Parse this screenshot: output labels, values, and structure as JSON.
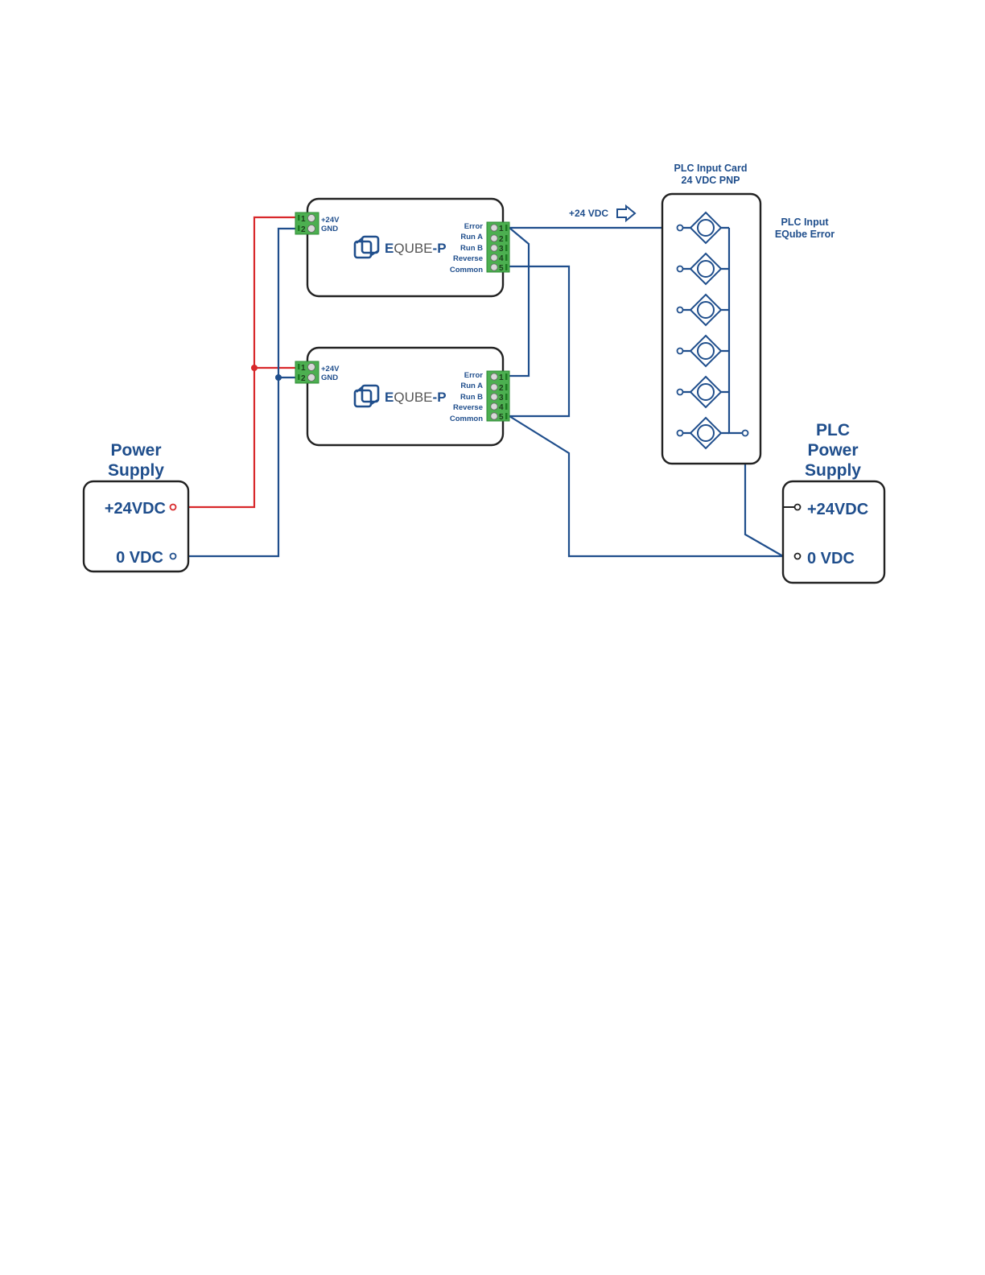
{
  "colors": {
    "wire_positive": "#d8282b",
    "wire_signal": "#1f4e8c",
    "text": "#1f4e8c",
    "terminal_block": "#4caf50",
    "box_outline": "#222222"
  },
  "power_supply": {
    "title_line1": "Power",
    "title_line2": "Supply",
    "positive_label": "+24VDC",
    "negative_label": "0 VDC"
  },
  "plc_power_supply": {
    "title_line1": "PLC",
    "title_line2": "Power",
    "title_line3": "Supply",
    "positive_label": "+24VDC",
    "negative_label": "0 VDC"
  },
  "plc_input_card": {
    "title_line1": "PLC Input Card",
    "title_line2": "24 VDC PNP",
    "input_count": 6,
    "annotation_line1": "PLC Input",
    "annotation_line2": "EQube Error"
  },
  "signal_arrow_label": "+24 VDC",
  "devices": [
    {
      "logo_prefix": "E",
      "logo_mid": "QUBE",
      "logo_suffix": "-P",
      "power_terminals": [
        {
          "num": "1",
          "label": "+24V"
        },
        {
          "num": "2",
          "label": "GND"
        }
      ],
      "io_terminals": [
        {
          "num": "1",
          "label": "Error"
        },
        {
          "num": "2",
          "label": "Run A"
        },
        {
          "num": "3",
          "label": "Run B"
        },
        {
          "num": "4",
          "label": "Reverse"
        },
        {
          "num": "5",
          "label": "Common"
        }
      ]
    },
    {
      "logo_prefix": "E",
      "logo_mid": "QUBE",
      "logo_suffix": "-P",
      "power_terminals": [
        {
          "num": "1",
          "label": "+24V"
        },
        {
          "num": "2",
          "label": "GND"
        }
      ],
      "io_terminals": [
        {
          "num": "1",
          "label": "Error"
        },
        {
          "num": "2",
          "label": "Run A"
        },
        {
          "num": "3",
          "label": "Run B"
        },
        {
          "num": "4",
          "label": "Reverse"
        },
        {
          "num": "5",
          "label": "Common"
        }
      ]
    }
  ]
}
